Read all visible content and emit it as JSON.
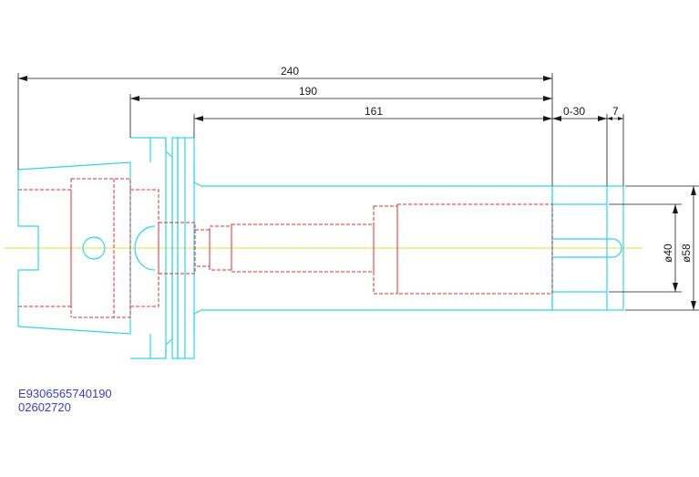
{
  "dimensions": {
    "overall_length": "240",
    "length_190": "190",
    "length_161": "161",
    "adjust_range": "0-30",
    "offset": "7",
    "dia_40": "ø40",
    "dia_58": "ø58"
  },
  "part_codes": {
    "line1": "E9306565740190",
    "line2": "02602720"
  },
  "colors": {
    "outline": "#2fd7e8",
    "hidden": "#e03030",
    "centerline": "#e8e030",
    "dimension": "#1a1a1a",
    "code_text": "#3a3ad0"
  }
}
